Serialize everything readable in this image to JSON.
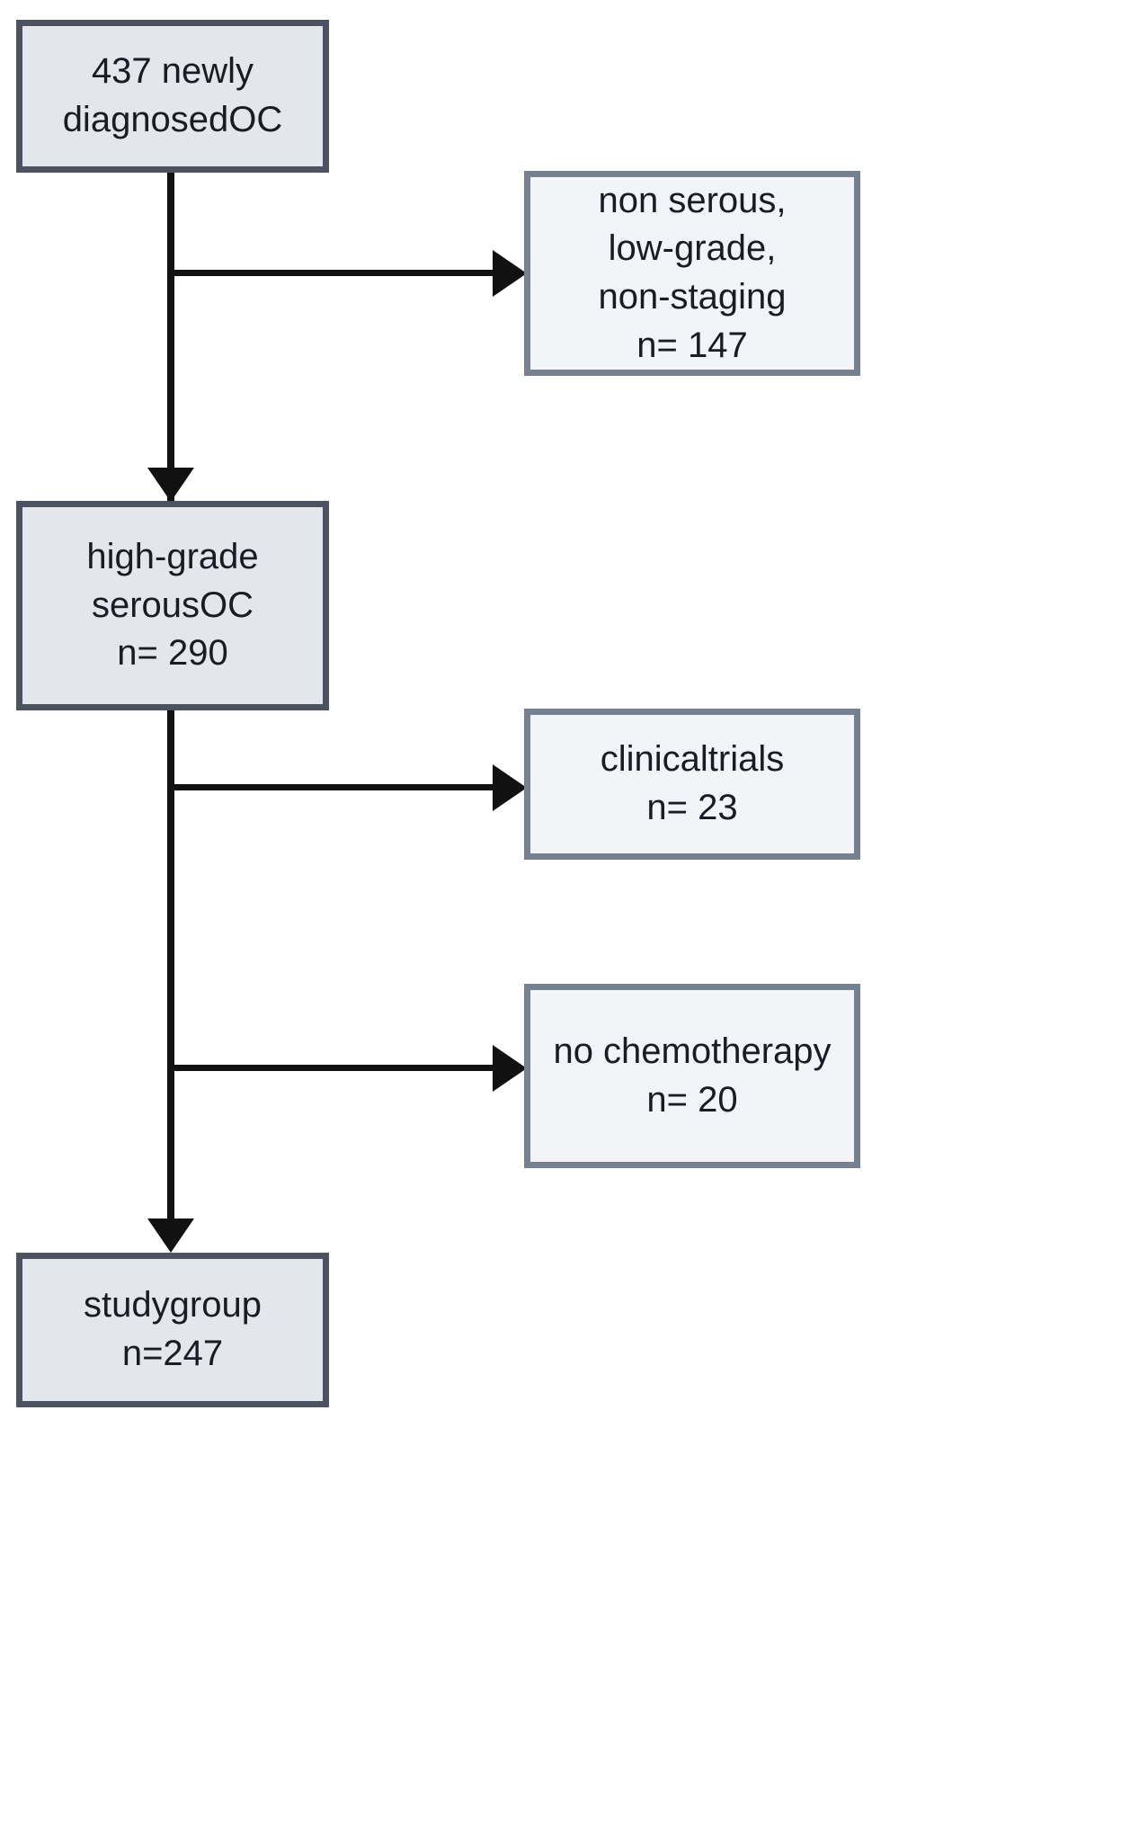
{
  "figure": {
    "type": "flowchart",
    "orientation": "vertical-spine-with-right-exclusions",
    "colors": {
      "main_box_fill": "#e3e7ec",
      "main_box_border": "#4c525f",
      "exclusion_box_fill": "#f2f4f8",
      "exclusion_box_border": "#76818f",
      "connector": "#111111",
      "text": "#1b1b25",
      "background": "#ffffff"
    }
  },
  "nodes": {
    "enrolled": {
      "id": "enrolled",
      "kind": "main",
      "text": "437 newly\ndiagnosedOC",
      "lines": [
        "437 newly",
        "diagnosedOC"
      ],
      "count": 437
    },
    "excluded_histology": {
      "id": "excluded_histology",
      "kind": "exclusion",
      "text": "non serous,\nlow-grade,\nnon-staging\nn=  147",
      "lines": [
        "non serous,",
        "low-grade,",
        "non-staging",
        "n=  147"
      ],
      "count": 147
    },
    "hgsoc": {
      "id": "hgsoc",
      "kind": "main",
      "text": "high-grade\nserousOC\nn= 290",
      "lines": [
        "high-grade",
        "serousOC",
        "n= 290"
      ],
      "count": 290
    },
    "excluded_trials": {
      "id": "excluded_trials",
      "kind": "exclusion",
      "text": "clinicaltrials\nn= 23",
      "lines": [
        "clinicaltrials",
        "n= 23"
      ],
      "count": 23
    },
    "excluded_nochemo": {
      "id": "excluded_nochemo",
      "kind": "exclusion",
      "text": "no chemotherapy\nn= 20",
      "lines": [
        "no chemotherapy",
        "n= 20"
      ],
      "count": 20
    },
    "study_group": {
      "id": "study_group",
      "kind": "main",
      "text": "studygroup\nn=247",
      "lines": [
        "studygroup",
        "n=247"
      ],
      "count": 247
    }
  },
  "edges": [
    {
      "from": "enrolled",
      "to": "excluded_histology",
      "direction": "right",
      "arrow": "arrow-right-icon"
    },
    {
      "from": "enrolled",
      "to": "hgsoc",
      "direction": "down",
      "arrow": "arrow-down-icon"
    },
    {
      "from": "hgsoc",
      "to": "excluded_trials",
      "direction": "right",
      "arrow": "arrow-right-icon"
    },
    {
      "from": "hgsoc",
      "to": "excluded_nochemo",
      "direction": "right",
      "arrow": "arrow-right-icon"
    },
    {
      "from": "hgsoc",
      "to": "study_group",
      "direction": "down",
      "arrow": "arrow-down-icon"
    }
  ]
}
